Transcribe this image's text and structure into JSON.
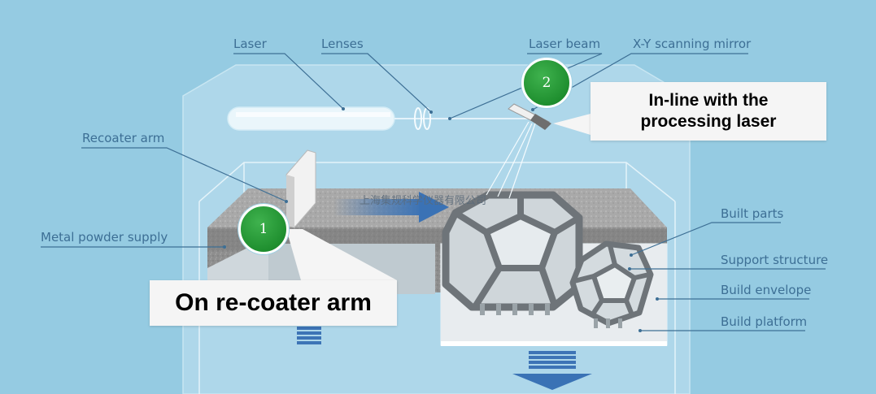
{
  "labels": {
    "laser": "Laser",
    "lenses": "Lenses",
    "laser_beam": "Laser beam",
    "xy_mirror": "X-Y scanning mirror",
    "recoater_arm": "Recoater arm",
    "metal_powder_supply": "Metal powder supply",
    "built_parts": "Built parts",
    "support_structure": "Support structure",
    "build_envelope": "Build envelope",
    "build_platform": "Build platform"
  },
  "callouts": {
    "coater": "On re-coater arm",
    "inline_line1": "In-line with the",
    "inline_line2": "processing laser"
  },
  "markers": {
    "one": "1",
    "two": "2"
  },
  "watermark": "上海集规科学仪器有限公司",
  "colors": {
    "background": "#95cbe2",
    "label_text": "#3d6f95",
    "marker_green": "#1f8f2f",
    "callout_bg": "#f5f5f5",
    "arrow_blue": "#3a72b5"
  }
}
